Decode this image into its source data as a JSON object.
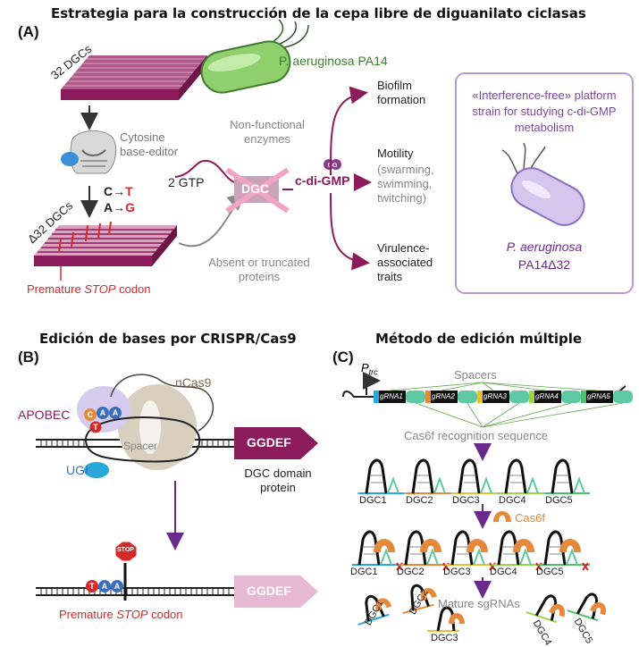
{
  "titles": {
    "main": "Estrategia para la construcción de la cepa libre de diguanilato ciclasas",
    "base_editing": "Edición de bases por CRISPR/Cas9",
    "multiplex": "Método de edición múltiple"
  },
  "panel_a": {
    "letter": "(A)",
    "dgc_stack": "32 DGCs",
    "organism": "P. aeruginosa PA14",
    "base_editor": "Cytosine base-editor",
    "mut1_from": "C",
    "mut1_to": "T",
    "mut2_from": "A",
    "mut2_to": "G",
    "deleted_stack": "Δ32 DGCs",
    "premature": "Premature ",
    "stop_word": "STOP",
    "codon": " codon",
    "nonfunctional": "Non-functional enzymes",
    "gtp": "2 GTP",
    "dgc": "DGC",
    "product": "c-di-GMP",
    "absent": "Absent or truncated proteins",
    "out1": "Biofilm formation",
    "out2": "Motility",
    "out2_sub": "(swarming, swimming, twitching)",
    "out3": "Virulence-associated traits",
    "platform": "«Interference-free» platform strain for studying c-di-GMP metabolism",
    "strain_name": "P. aeruginosa",
    "strain_id": "PA14Δ32"
  },
  "panel_b": {
    "letter": "(B)",
    "apobec": "APOBEC",
    "ncas9": "nCas9",
    "spacer": "Spacer",
    "ugi": "UGI",
    "ggdef": "GGDEF",
    "domain": "DGC domain protein",
    "stop_sign": "STOP",
    "premature": "Premature ",
    "stop_word": "STOP",
    "codon": " codon"
  },
  "panel_c": {
    "letter": "(C)",
    "promoter": "P",
    "promoter_sub": "trc",
    "spacers": "Spacers",
    "grnas": [
      "gRNA1",
      "gRNA2",
      "gRNA3",
      "gRNA4",
      "gRNA5"
    ],
    "recognition": "Cas6f recognition sequence",
    "dgcs": [
      "DGC1",
      "DGC2",
      "DGC3",
      "DGC4",
      "DGC5"
    ],
    "cas6f": "Cas6f",
    "mature": "Mature sgRNAs"
  },
  "colors": {
    "magenta": "#8b1b5a",
    "purple": "#8a3a8c",
    "green": "#5fa64a",
    "red": "#d42a2a",
    "lavender": "#b59bd6",
    "orange": "#e6893a"
  }
}
